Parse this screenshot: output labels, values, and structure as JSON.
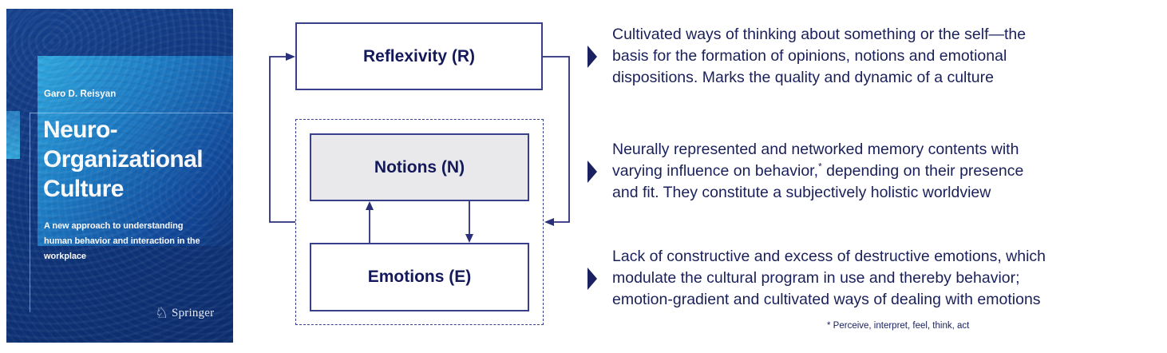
{
  "book_cover": {
    "author": "Garo D. Reisyan",
    "title": "Neuro-\nOrganizational\nCulture",
    "subtitle": "A new approach to understanding\nhuman behavior and interaction in the\nworkplace",
    "publisher": "Springer",
    "publisher_icon": "♘",
    "colors": {
      "base_navy": "#10377e",
      "panel_cyan": "#2fa9e0",
      "accent_tab": "#33a6da",
      "text": "#ffffff"
    }
  },
  "diagram": {
    "boxes": [
      {
        "id": "reflexivity",
        "label": "Reflexivity (R)",
        "fill": "#ffffff"
      },
      {
        "id": "notions",
        "label": "Notions (N)",
        "fill": "#e9e9ec"
      },
      {
        "id": "emotions",
        "label": "Emotions (E)",
        "fill": "#ffffff"
      }
    ],
    "colors": {
      "border": "#3a3f8c",
      "line": "#2a2f7a",
      "label_text": "#14195a"
    }
  },
  "annotations": [
    {
      "text": "Cultivated ways of thinking about something or the self—the\nbasis for the formation of opinions, notions and emotional\ndispositions. Marks the quality and dynamic of a culture"
    },
    {
      "text_before_sup": "Neurally represented and networked memory contents with\nvarying influence on behavior,",
      "sup": "*",
      "text_after_sup": " depending on their presence\nand fit. They constitute a subjectively holistic worldview"
    },
    {
      "text": "Lack of constructive and excess of destructive emotions, which\nmodulate the cultural program in use and thereby behavior;\nemotion-gradient and cultivated ways of dealing with emotions"
    }
  ],
  "footnote": "* Perceive, interpret, feel, think, act",
  "annotation_color": "#1a2059"
}
